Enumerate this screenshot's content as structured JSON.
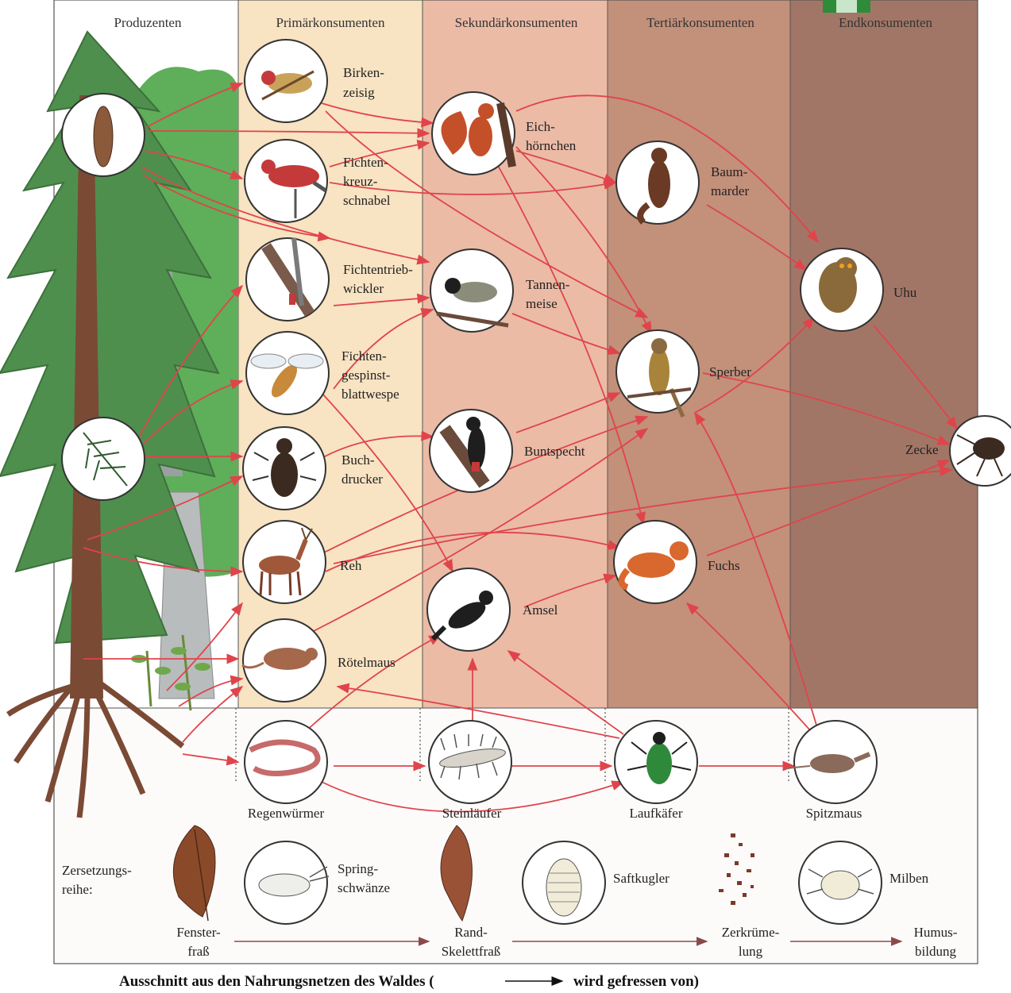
{
  "headers": {
    "produzenten": "Produzenten",
    "primaer": "Primärkonsumenten",
    "sekundaer": "Sekundärkonsumenten",
    "tertiaer": "Tertiärkonsumenten",
    "end": "Endkonsumenten"
  },
  "nodes": {
    "birkenzeisig": [
      "Birken-",
      "zeisig"
    ],
    "fichtenkreuzschnabel": [
      "Fichten-",
      "kreuz-",
      "schnabel"
    ],
    "fichtentriebwickler": [
      "Fichtentrieb-",
      "wickler"
    ],
    "blattwespe": [
      "Fichten-",
      "gespinst-",
      "blattwespe"
    ],
    "buchdrucker": [
      "Buch-",
      "drucker"
    ],
    "reh": [
      "Reh"
    ],
    "roetelmaus": [
      "Rötelmaus"
    ],
    "eichhoernchen": [
      "Eich-",
      "hörnchen"
    ],
    "tannenmeise": [
      "Tannen-",
      "meise"
    ],
    "buntspecht": [
      "Buntspecht"
    ],
    "amsel": [
      "Amsel"
    ],
    "baummarder": [
      "Baum-",
      "marder"
    ],
    "sperber": [
      "Sperber"
    ],
    "fuchs": [
      "Fuchs"
    ],
    "uhu": [
      "Uhu"
    ],
    "zecke": [
      "Zecke"
    ],
    "regenwuermer": [
      "Regenwürmer"
    ],
    "steinlaeufer": [
      "Steinläufer"
    ],
    "laufkaefer": [
      "Laufkäfer"
    ],
    "spitzmaus": [
      "Spitzmaus"
    ]
  },
  "decomposition": {
    "label": [
      "Zersetzungs-",
      "reihe:"
    ],
    "springschwaenze": [
      "Spring-",
      "schwänze"
    ],
    "saftkugler": [
      "Saftkugler"
    ],
    "milben": [
      "Milben"
    ],
    "stages": {
      "fensterfrass": [
        "Fenster-",
        "fraß"
      ],
      "skelettfrass": [
        "Rand-",
        "Skelettfraß"
      ],
      "zerkruemelung": [
        "Zerkrüme-",
        "lung"
      ],
      "humus": [
        "Humus-",
        "bildung"
      ]
    }
  },
  "caption": {
    "before": "Ausschnitt aus den Nahrungsnetzen des Waldes (",
    "after": "wird gefressen von)"
  },
  "colors": {
    "arrow": "#e0444b",
    "col_primaer": "#f8e3c2",
    "col_sekundaer": "#ebbba6",
    "col_tertiaer": "#c3907a",
    "col_end": "#a27666",
    "tree": "#5a9a56",
    "tree_dark": "#3e7a3e",
    "trunk": "#7a4a35"
  }
}
